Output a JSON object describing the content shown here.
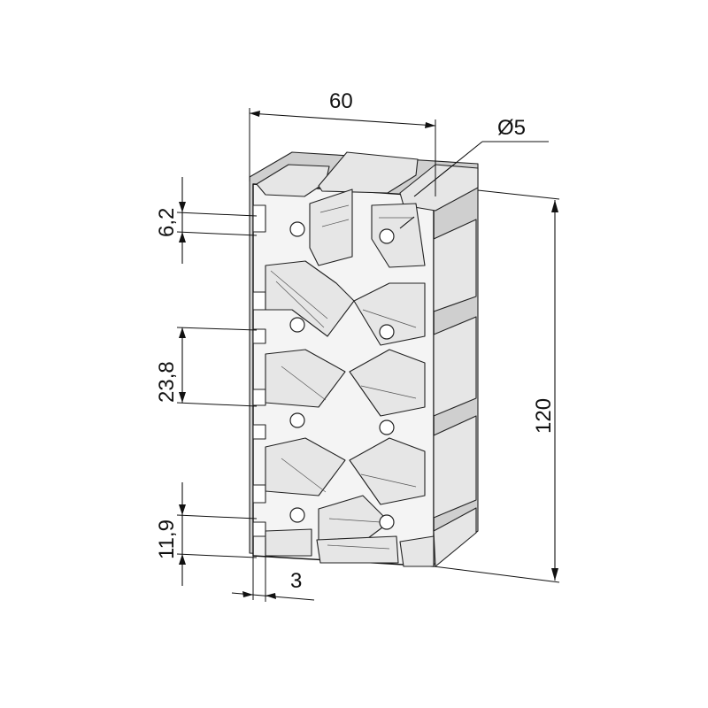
{
  "drawing": {
    "dimensions": {
      "width": "60",
      "diameter": "Ø5",
      "height": "120",
      "slot_opening": "6,2",
      "slot_pitch": "23,8",
      "edge_offset": "11,9",
      "wall": "3"
    },
    "colors": {
      "line": "#111111",
      "profile_light": "#f4f4f4",
      "profile_face": "#e6e6e6",
      "profile_shade": "#cfcfcf",
      "background": "#ffffff"
    }
  }
}
